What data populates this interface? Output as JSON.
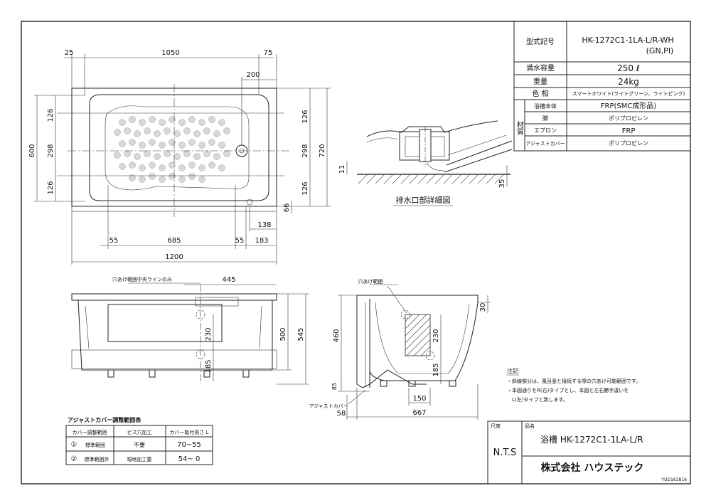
{
  "spec": {
    "model_label": "型式記号",
    "model_value": "HK-1272C1-1LA-L/R-WH",
    "model_value2": "(GN,PI)",
    "capacity_label": "満水容量",
    "capacity_value": "250 ℓ",
    "weight_label": "重量",
    "weight_value": "24kg",
    "color_label": "色 相",
    "color_value": "スマートホワイト(ライトグリーン、ライトピンク)",
    "material_label": "材質",
    "body_label": "浴槽本体",
    "body_value": "FRP(SMC成形品)",
    "leg_label": "脚",
    "leg_value": "ポリプロピレン",
    "apron_label": "エプロン",
    "apron_value": "FRP",
    "adjust_label": "アジャストカバー",
    "adjust_value": "ポリプロピレン"
  },
  "detail": {
    "caption": "排水口部詳細図",
    "dim_11": "11",
    "dim_35": "35"
  },
  "plan_dims": {
    "d25": "25",
    "d1050": "1050",
    "d75": "75",
    "d200": "200",
    "d600": "600",
    "d126a": "126",
    "d298": "298",
    "d126b": "126",
    "d126c": "126",
    "d298r": "298",
    "d126d": "126",
    "d720": "720",
    "d66": "66",
    "d138": "138",
    "d55a": "55",
    "d685": "685",
    "d55b": "55",
    "d183": "183",
    "d1200": "1200"
  },
  "front": {
    "note_hole": "穴あけ範囲中央ラインのみ",
    "d445": "445",
    "d230": "230",
    "d185": "185",
    "d500": "500",
    "d545": "545"
  },
  "side": {
    "note_hole": "穴あけ範囲",
    "d30": "30",
    "d460": "460",
    "d230": "230",
    "d185": "185",
    "d85": "85",
    "d150": "150",
    "d58": "58",
    "d667": "667",
    "adjust_cover": "アジャストカバー"
  },
  "notes": {
    "heading": "注記",
    "line1": "・斜線部分は、風呂釜と接続する際の穴あけ可能範囲です。",
    "line2": "・本図通りをR(右)タイプとし、本図と左右勝手違いを",
    "line3": "L(左)タイプと致します。"
  },
  "adjust_table": {
    "title": "アジャストカバー調整範囲表",
    "headers": [
      "カバー調整範囲",
      "ビス穴加工",
      "カバー取付長さ L"
    ],
    "rows": [
      {
        "no": "①",
        "range": "標準範囲",
        "screw": "不要",
        "length": "70~55"
      },
      {
        "no": "②",
        "range": "標準範囲外",
        "screw": "現地加工要",
        "length": "54~ 0"
      }
    ]
  },
  "title_block": {
    "scale_label": "尺度",
    "scale_value": "N.T.S",
    "name_label": "品名",
    "name_value": "浴槽 HK-1272C1-1LA-L/R",
    "company": "株式会社 ハウステック",
    "code": "YUD162816"
  }
}
